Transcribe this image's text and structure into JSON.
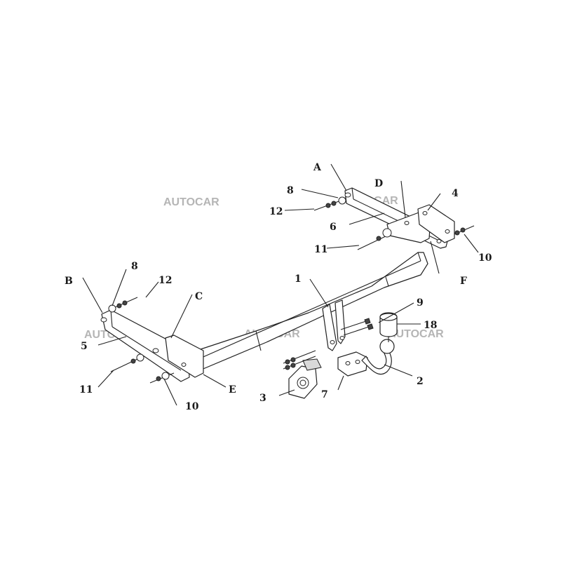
{
  "watermark": "AUTOCAR",
  "labels": {
    "A": "A",
    "B": "B",
    "C": "C",
    "D": "D",
    "E": "E",
    "F": "F",
    "p1": "1",
    "p2": "2",
    "p3": "3",
    "p4": "4",
    "p5": "5",
    "p6": "6",
    "p7": "7",
    "p8a": "8",
    "p8b": "8",
    "p9": "9",
    "p10a": "10",
    "p10b": "10",
    "p11a": "11",
    "p11b": "11",
    "p12a": "12",
    "p12b": "12",
    "p18": "18"
  }
}
